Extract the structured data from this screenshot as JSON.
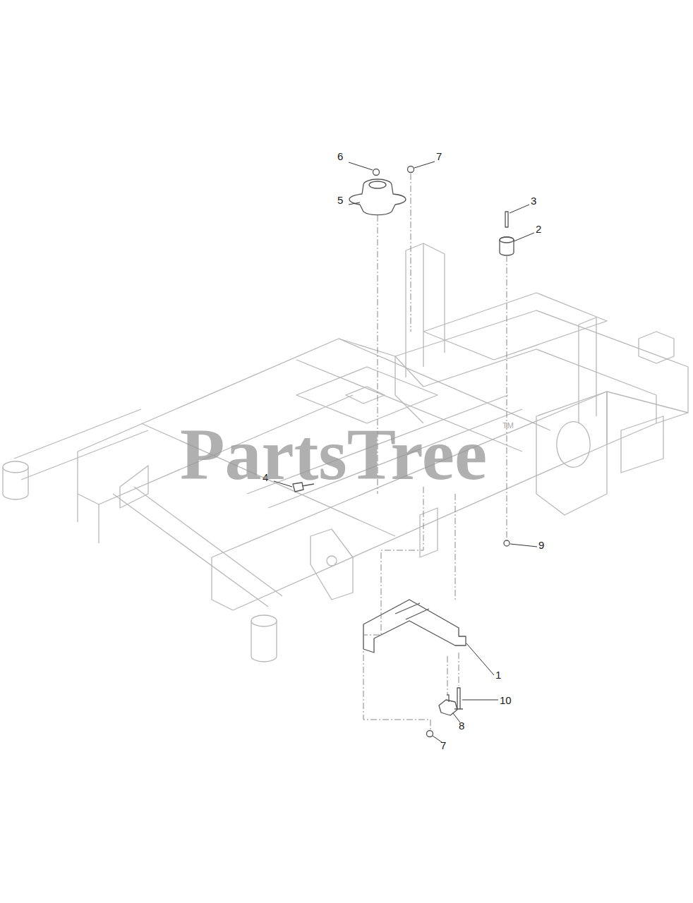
{
  "diagram": {
    "labels": [
      "6",
      "7",
      "3",
      "5",
      "2",
      "4",
      "9",
      "1",
      "10",
      "8",
      "7",
      "PartsTree",
      "TM"
    ]
  }
}
